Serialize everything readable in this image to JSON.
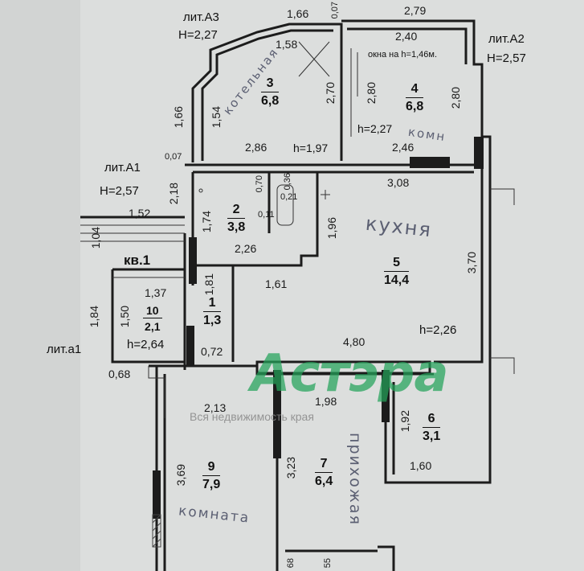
{
  "rooms": [
    {
      "number": "1",
      "area": "1,3"
    },
    {
      "number": "2",
      "area": "3,8"
    },
    {
      "number": "3",
      "area": "6,8"
    },
    {
      "number": "4",
      "area": "6,8"
    },
    {
      "number": "5",
      "area": "14,4"
    },
    {
      "number": "6",
      "area": "3,1"
    },
    {
      "number": "7",
      "area": "6,4"
    },
    {
      "number": "9",
      "area": "7,9"
    },
    {
      "number": "10",
      "area": "2,1"
    }
  ],
  "labels": {
    "lit_a3": "лит.А3",
    "h_a3": "H=2,27",
    "lit_a2": "лит.А2",
    "h_a2": "H=2,57",
    "lit_a1": "лит.А1",
    "h_a1": "H=2,57",
    "lit_a1_small": "лит.а1",
    "h_a1_small": "h=2,64",
    "apartment": "кв.1",
    "window_note": "окна на h=1,46м.",
    "h_197": "h=1,97",
    "h_227": "h=2,27",
    "h_226": "h=2,26"
  },
  "handwritten": {
    "kotelnaya": "котельная",
    "komn_top": "комн",
    "kuhnya": "кухня",
    "prihozhaya": "прихожая",
    "komnata": "комната"
  },
  "dimensions": {
    "d_166_top": "1,66",
    "d_007_top": "0,07",
    "d_279": "2,79",
    "d_158": "1,58",
    "d_240": "2,40",
    "d_270": "2,70",
    "d_280_a": "2,80",
    "d_280_b": "2,80",
    "d_154": "1,54",
    "d_166_left": "1,66",
    "d_286": "2,86",
    "d_246": "2,46",
    "d_007_left": "0,07",
    "d_308": "3,08",
    "d_218": "2,18",
    "d_070": "0,70",
    "d_036": "0,36",
    "d_021": "0,21",
    "d_152": "1,52",
    "d_174": "1,74",
    "d_011": "0,11",
    "d_196": "1,96",
    "d_104": "1,04",
    "d_226": "2,26",
    "d_370": "3,70",
    "d_181": "1,81",
    "d_137": "1,37",
    "d_161": "1,61",
    "d_150": "1,50",
    "d_184": "1,84",
    "d_480": "4,80",
    "d_072": "0,72",
    "d_068": "0,68",
    "d_213": "2,13",
    "d_198": "1,98",
    "d_192": "1,92",
    "d_369": "3,69",
    "d_323": "3,23",
    "d_160": "1,60",
    "d_68b": "68",
    "d_55": "55"
  },
  "watermark": {
    "brand": "Астэра",
    "tagline": "Вся недвижимость края"
  }
}
